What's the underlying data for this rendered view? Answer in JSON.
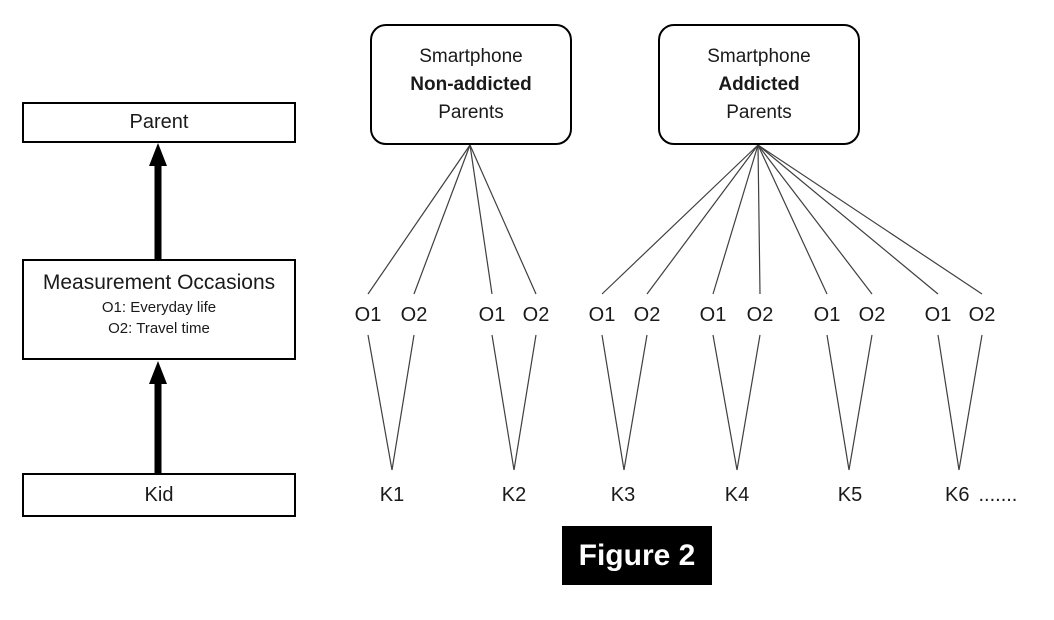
{
  "diagram": {
    "left_flow": {
      "parent_label": "Parent",
      "measurement": {
        "title": "Measurement Occasions",
        "occasion1": "O1: Everyday life",
        "occasion2": "O2: Travel time"
      },
      "kid_label": "Kid"
    },
    "fan_groups": [
      {
        "box_line1": "Smartphone",
        "box_line2": "Non-addicted",
        "box_line3": "Parents",
        "occasions": [
          "O1",
          "O2",
          "O1",
          "O2"
        ],
        "kids": [
          "K1",
          "K2"
        ]
      },
      {
        "box_line1": "Smartphone",
        "box_line2": "Addicted",
        "box_line3": "Parents",
        "occasions": [
          "O1",
          "O2",
          "O1",
          "O2",
          "O1",
          "O2",
          "O1",
          "O2"
        ],
        "kids": [
          "K3",
          "K4",
          "K5",
          "K6"
        ]
      }
    ],
    "k6_ellipsis": ".......",
    "caption": "Figure 2",
    "colors": {
      "connector_line": "#3f3f3f",
      "box_border": "#000000",
      "text": "#1a1a1a",
      "caption_bg": "#000000",
      "caption_text": "#ffffff"
    }
  }
}
